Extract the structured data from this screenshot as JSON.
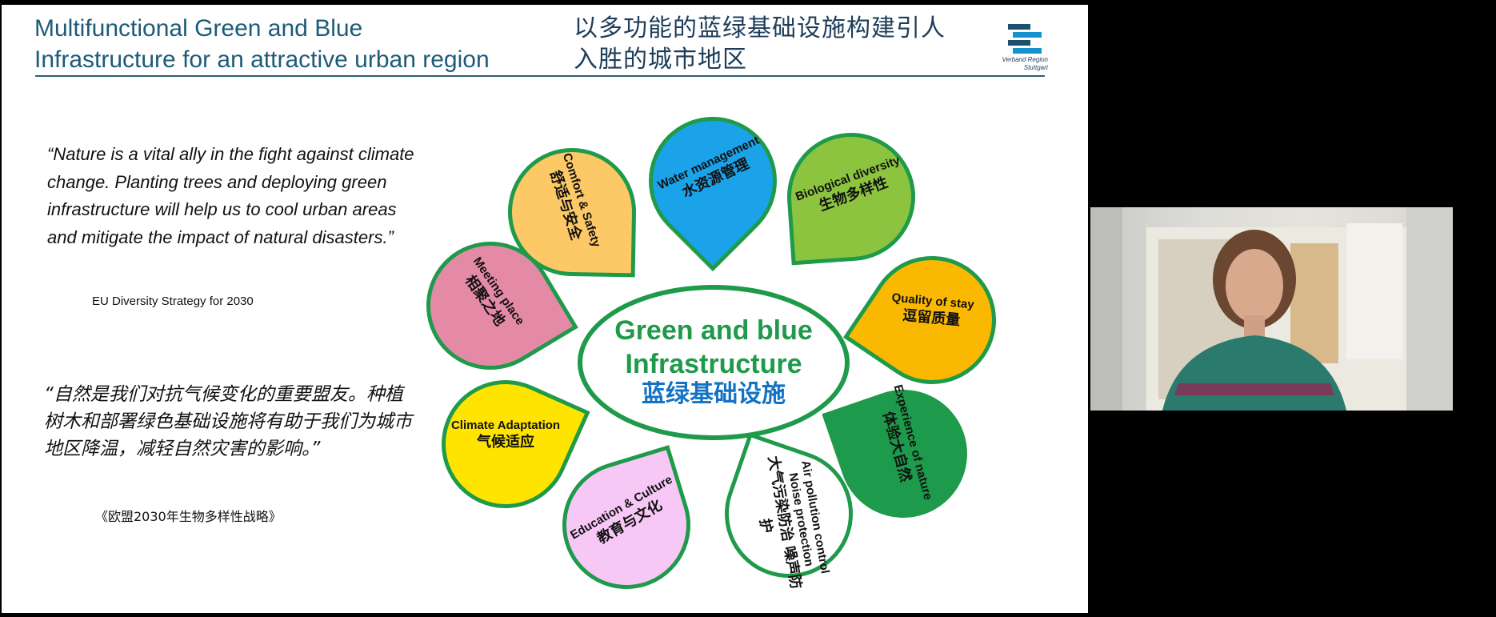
{
  "slide": {
    "title_en_line1": "Multifunctional Green and Blue",
    "title_en_line2": "Infrastructure for an attractive urban region",
    "title_zh_line1": "以多功能的蓝绿基础设施构建引人",
    "title_zh_line2": "入胜的城市地区",
    "logo_text_line1": "Verband Region",
    "logo_text_line2": "Stuttgart",
    "quote_en": "“Nature is a vital ally in the fight against climate change. Planting trees and deploying green infrastructure will help us to cool urban areas and mitigate the impact of natural disasters.”",
    "source_en": "EU Diversity Strategy for 2030",
    "quote_zh": "“自然是我们对抗气候变化的重要盟友。种植树木和部署绿色基础设施将有助于我们为城市地区降温，减轻自然灾害的影响。”",
    "source_zh": "《欧盟2030年生物多样性战略》",
    "center_en": "Green and blue Infrastructure",
    "center_zh": "蓝绿基础设施",
    "petals": [
      {
        "en": "Comfort & Safety",
        "zh": "舒适与安全",
        "color": "#fdc866"
      },
      {
        "en": "Water management",
        "zh": "水资源管理",
        "color": "#1ba3ea"
      },
      {
        "en": "Biological diversity",
        "zh": "生物多样性",
        "color": "#8cc43f"
      },
      {
        "en": "Quality of stay",
        "zh": "逗留质量",
        "color": "#fbb800"
      },
      {
        "en": "Experience of nature",
        "zh": "体验大自然",
        "color": "#1d9a4b"
      },
      {
        "en": "Air pollution control Noise protection",
        "zh": "大气污染防治 噪声防护",
        "color": "#ffffff"
      },
      {
        "en": "Education & Culture",
        "zh": "教育与文化",
        "color": "#f7c8f6"
      },
      {
        "en": "Climate Adaptation",
        "zh": "气候适应",
        "color": "#ffe400"
      },
      {
        "en": "Meeting place",
        "zh": "相聚之地",
        "color": "#e58aa6"
      }
    ]
  }
}
